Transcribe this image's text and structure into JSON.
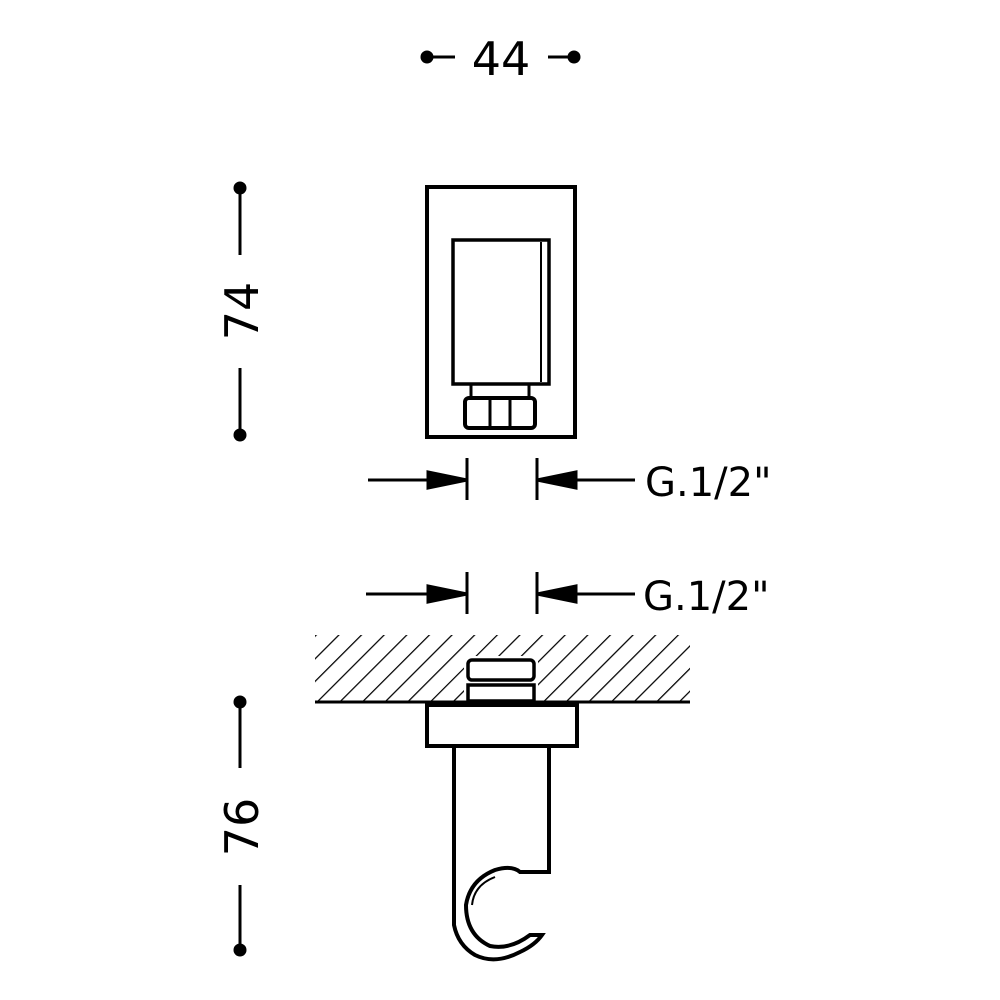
{
  "dimensions": {
    "width_label": "44",
    "height_top_label": "74",
    "height_bottom_label": "76",
    "thread_top_label": "G.1/2\"",
    "thread_bottom_label": "G.1/2\""
  },
  "colors": {
    "line": "#000000",
    "background": "#ffffff"
  }
}
